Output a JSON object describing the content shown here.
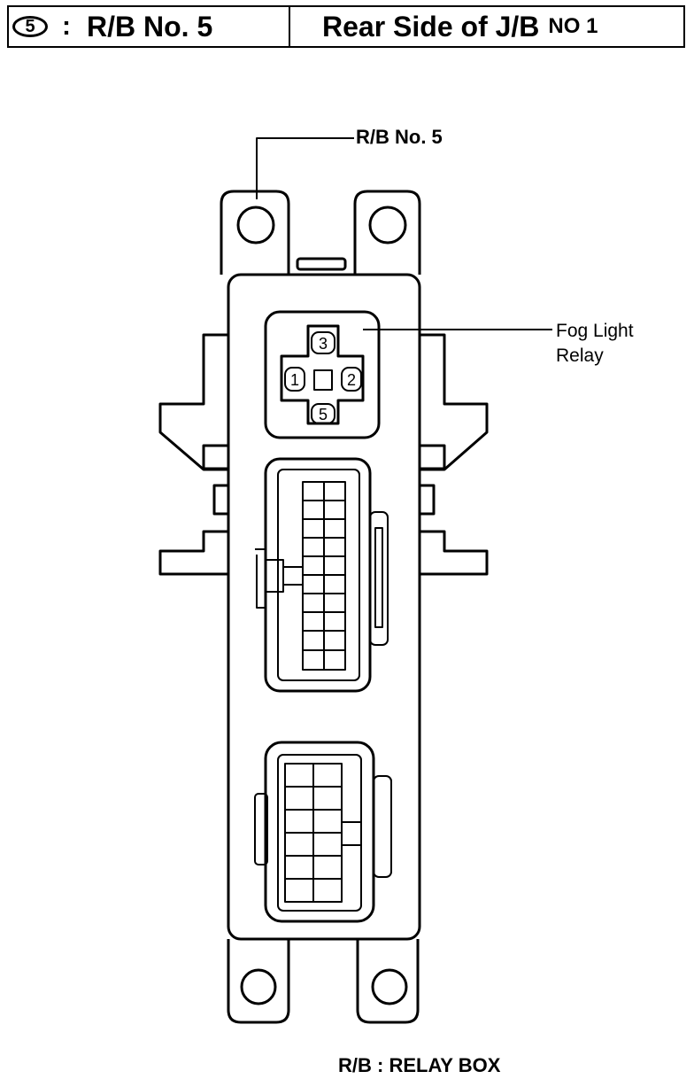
{
  "header": {
    "number": "5",
    "separator": ":",
    "title": "R/B No. 5",
    "location_main": "Rear Side of J/B",
    "location_sub": "NO 1"
  },
  "labels": {
    "relay_block": "R/B  No.  5",
    "fog_light_line1": "Fog Light",
    "fog_light_line2": "Relay",
    "footer": "R/B : RELAY BOX"
  },
  "relay_terminals": [
    "3",
    "1",
    "2",
    "5"
  ]
}
